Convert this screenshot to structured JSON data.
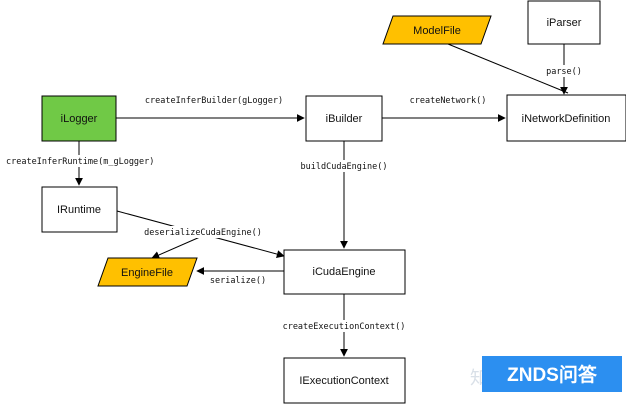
{
  "colors": {
    "line": "#000000",
    "logger_fill": "#70c946",
    "file_fill": "#ffc000",
    "box_fill": "#ffffff",
    "watermark_bg": "#2c8ff0"
  },
  "nodes": {
    "ilogger": "iLogger",
    "ibuilder": "iBuilder",
    "inetwork": "iNetworkDefinition",
    "iparser": "iParser",
    "modelfile": "ModelFile",
    "iruntime": "IRuntime",
    "icudaengine": "iCudaEngine",
    "enginefile": "EngineFile",
    "iexecution": "IExecutionContext"
  },
  "edges": {
    "create_infer_builder": "createInferBuilder(gLogger)",
    "create_network": "createNetwork()",
    "parse": "parse()",
    "create_infer_runtime": "createInferRuntime(m_gLogger)",
    "build_cuda_engine": "buildCudaEngine()",
    "deserialize_cuda_engine": "deserializeCudaEngine()",
    "serialize": "serialize()",
    "create_execution_context": "createExecutionContext()"
  },
  "watermark": {
    "text": "ZNDS问答",
    "ghost": "知"
  }
}
